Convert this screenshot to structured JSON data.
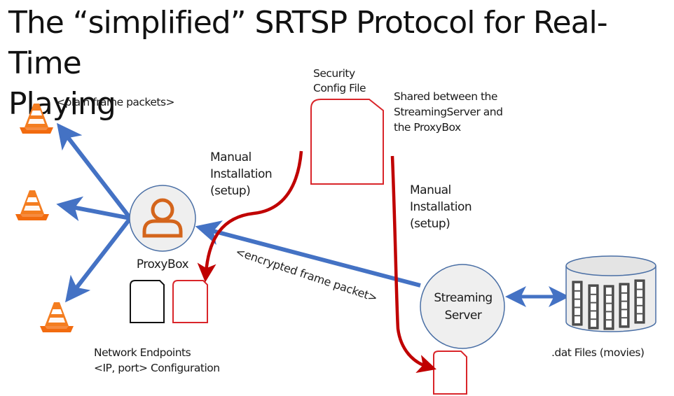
{
  "title": {
    "line1": "The “simplified” SRTSP Protocol for Real-Time",
    "line2": "Playing"
  },
  "colors": {
    "packet_arrow": "#4472c4",
    "install_arrow": "#c00000",
    "config_file_outline": "#d9252a",
    "generic_file_outline": "#111111",
    "node_fill": "#efefef",
    "node_border": "#4a6fa5",
    "person_icon": "#d4651c",
    "player_cone": "#f47d20"
  },
  "labels": {
    "plain_frame_packets": "<plain frame packets>",
    "security_config_file_line1": "Security",
    "security_config_file_line2": "Config File",
    "shared_note_line1": "Shared between the",
    "shared_note_line2": "StreamingServer and",
    "shared_note_line3": "the ProxyBox",
    "manual_install_left_line1": "Manual",
    "manual_install_left_line2": "Installation",
    "manual_install_left_line3": "(setup)",
    "manual_install_right_line1": "Manual",
    "manual_install_right_line2": "Installation",
    "manual_install_right_line3": "(setup)",
    "encrypted_frame_packet": "<encrypted frame packet>",
    "network_endpoints_line1": "Network Endpoints",
    "network_endpoints_line2": "<IP, port> Configuration",
    "dat_files": ".dat Files (movies)"
  },
  "nodes": {
    "proxybox": {
      "label": "ProxyBox",
      "icon": "person-icon"
    },
    "streaming_server": {
      "label_line1": "Streaming",
      "label_line2": "Server"
    },
    "database": {
      "icon": "film-database-icon",
      "film_strips": 5
    },
    "players": [
      {
        "icon": "vlc-cone-icon"
      },
      {
        "icon": "vlc-cone-icon"
      },
      {
        "icon": "vlc-cone-icon"
      }
    ]
  }
}
